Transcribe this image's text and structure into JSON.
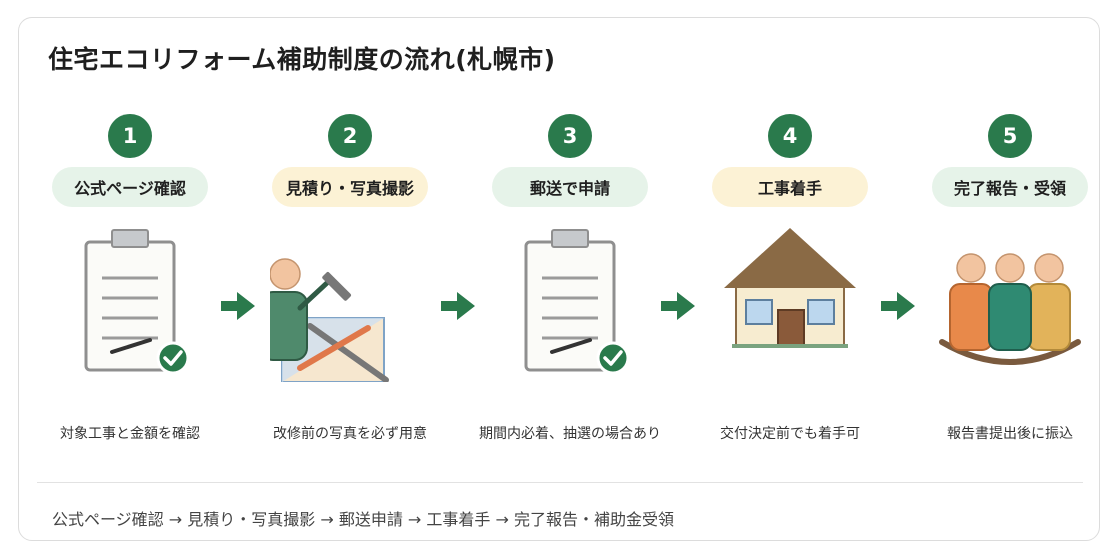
{
  "title": "住宅エコリフォーム補助制度の流れ(札幌市)",
  "steps": [
    {
      "number": "1",
      "label": "公式ページ確認",
      "caption": "対象工事と金額を確認"
    },
    {
      "number": "2",
      "label": "見積り・写真撮影",
      "caption": "改修前の写真を必ず用意"
    },
    {
      "number": "3",
      "label": "郵送で申請",
      "caption": "期間内必着、抽選の場合あり"
    },
    {
      "number": "4",
      "label": "工事着手",
      "caption": "交付決定前でも着手可"
    },
    {
      "number": "5",
      "label": "完了報告・受領",
      "caption": "報告書提出後に振込"
    }
  ],
  "footer": "公式ページ確認 → 見積り・写真撮影 → 郵送申請 → 工事着手 → 完了報告・補助金受領",
  "colors": {
    "accent_green": "#2a7a4c",
    "pill_green": "#e6f3e9",
    "pill_yellow": "#fcf2d5",
    "house_roof": "#8a6a45",
    "person_orange": "#e8894a",
    "person_teal": "#2f8a72",
    "person_gold": "#e2b35a"
  },
  "icons": [
    "clipboard-check-icon",
    "person-camera-icon",
    "clipboard-check-icon",
    "house-icon",
    "group-people-icon",
    "arrow-right-icon"
  ]
}
